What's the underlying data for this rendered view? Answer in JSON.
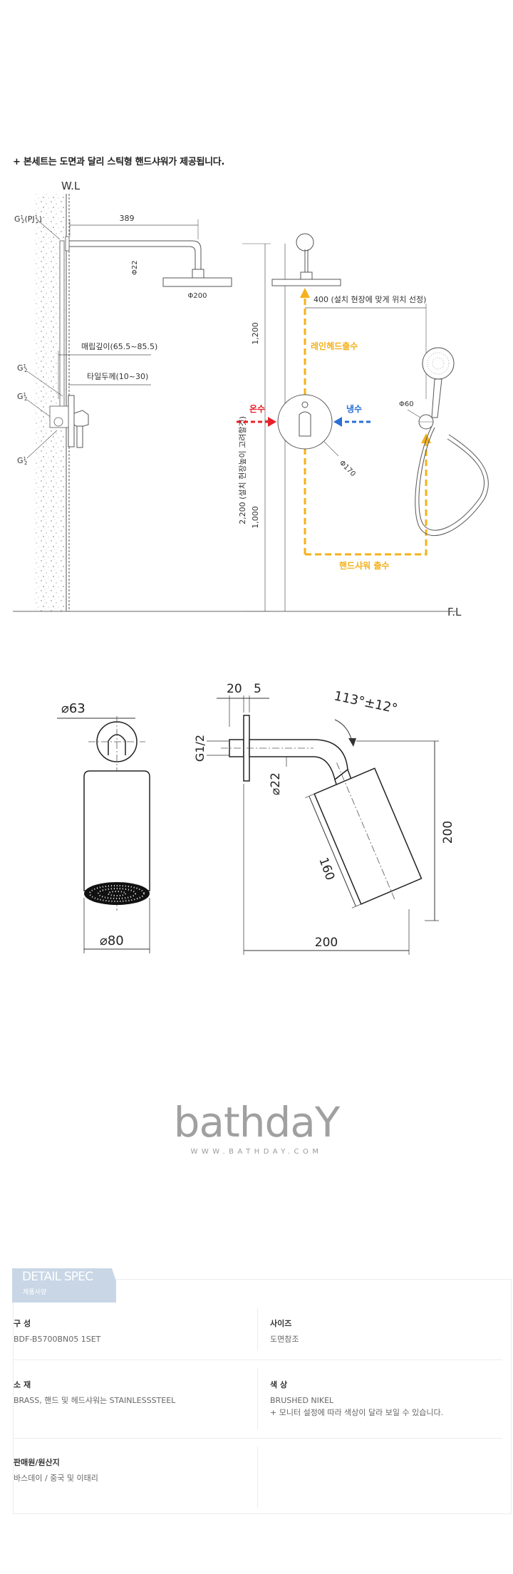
{
  "notice": "+ 본세트는 도면과 달리 스틱형 핸드샤워가 제공됩니다.",
  "drawing1": {
    "wall_label": "W.L",
    "floor_label": "F.L",
    "thread_top_base": "G",
    "thread_top_sup": "1",
    "thread_top_sub": "2",
    "thread_top_paren": "(PJ",
    "thread_top_paren_sup": "1",
    "thread_top_paren_sub": "2",
    "thread_top_close": ")",
    "thread_g": "G",
    "thread_g_sup": "1",
    "thread_g_sub": "2",
    "dim_arm": "389",
    "dim_pipe": "Φ22",
    "dim_head": "Φ200",
    "embed_depth": "매립깊이(65.5~85.5)",
    "tile_thickness": "타일두께(10~30)",
    "dim_upper": "1,200",
    "dim_lower": "1,000",
    "dim_total": "2,200 (설치 현장높이 고려할것)",
    "hand_distance": "400 (설치 현장에 맞게 위치 선정)",
    "rain_outlet": "레인헤드출수",
    "hot_water": "온수",
    "cold_water": "냉수",
    "plate_dim": "Φ170",
    "holder_dim": "Φ60",
    "hand_outlet": "핸드샤워 출수",
    "colors": {
      "hot": "#e8202a",
      "cold": "#2a6fd6",
      "outlet": "#f5b11b"
    }
  },
  "drawing2": {
    "plate_dia": "63",
    "head_dia": "80",
    "d20": "20",
    "d5": "5",
    "angle": "113°±12°",
    "thread": "G1/2",
    "pipe_dia": "22",
    "head_len": "160",
    "height": "200",
    "reach": "200"
  },
  "brand": {
    "logo": "bathdaY",
    "url": "WWW.BATHDAY.COM"
  },
  "spec": {
    "tab_title": "DETAIL SPEC",
    "tab_sub": "제품사양",
    "composition_label": "구 성",
    "composition_value": "BDF-B5700BN05 1SET",
    "size_label": "사이즈",
    "size_value": "도면참조",
    "material_label": "소 재",
    "material_value": "BRASS, 핸드 및 헤드샤워는 STAINLESSSTEEL",
    "color_label": "색 상",
    "color_value": "BRUSHED NIKEL",
    "color_note": "+ 모니터 설정에 따라 색상이 달라 보일 수 있습니다.",
    "seller_label": "판매원/원산지",
    "seller_value": "바스데이 / 중국 및 이태리"
  }
}
